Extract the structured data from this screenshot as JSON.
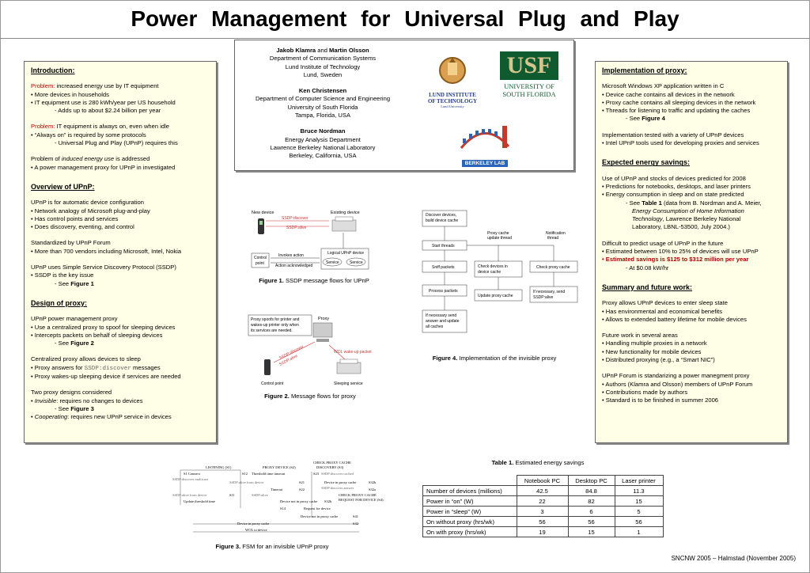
{
  "title": "Power Management for Universal Plug and Play",
  "authors": {
    "lines": [
      {
        "bold": "Jakob Klamra",
        "mid": " and ",
        "bold2": "Martin Olsson"
      },
      {
        "text": "Department of Communication Systems"
      },
      {
        "text": "Lund Institute of Technology"
      },
      {
        "text": "Lund, Sweden"
      },
      {
        "text": ""
      },
      {
        "bold": "Ken Christensen"
      },
      {
        "text": "Department of Computer Science and Engineering"
      },
      {
        "text": "University of South Florida"
      },
      {
        "text": "Tampa, Florida, USA"
      },
      {
        "text": ""
      },
      {
        "bold": "Bruce Nordman"
      },
      {
        "text": "Energy Analysis Department"
      },
      {
        "text": "Lawrence Berkeley National Laboratory"
      },
      {
        "text": "Berkeley, California, USA"
      }
    ],
    "logos": {
      "lund": [
        "LUND INSTITUTE",
        "OF TECHNOLOGY",
        "Lund University"
      ],
      "usf": [
        "USF",
        "UNIVERSITY OF",
        "SOUTH FLORIDA"
      ],
      "berkeley": "BERKELEY LAB"
    }
  },
  "left": {
    "intro_title": "Introduction:",
    "problem1_label": "Problem:",
    "problem1_text": " increased energy use by IT equipment",
    "intro_b1": "• More devices in households",
    "intro_b2": "• IT equipment use is 280 kWh/year per US household",
    "intro_b3": "- Adds up to about $2.24 billion per year",
    "problem2_label": "Problem:",
    "problem2_text": " IT equipment is always on, even when idle",
    "intro_b4": "• “Always on” is required by some protocols",
    "intro_b5": "- Universal Plug and Play (UPnP) requires this",
    "intro_p3a": "Problem of ",
    "intro_p3b": "induced energy use",
    "intro_p3c": " is addressed",
    "intro_b6": "• A power management proxy for UPnP in investigated",
    "overview_title": "Overview of UPnP:",
    "ov1": "UPnP is for automatic device configuration",
    "ov2": "• Network analogy of Microsoft plug-and-play",
    "ov3": "• Has control points and services",
    "ov4": "• Does discovery, eventing, and control",
    "ov5": "Standardized by UPnP Forum",
    "ov6": "• More than 700 vendors including Microsoft, Intel, Nokia",
    "ov7": "UPnP uses Simple Service Discovery Protocol (SSDP)",
    "ov8": "• SSDP is the key issue",
    "ov9a": "- See ",
    "ov9b": "Figure 1",
    "design_title": "Design of proxy:",
    "d1": "UPnP power management proxy",
    "d2": "• Use a centralized proxy to spoof for sleeping devices",
    "d3": "• Intercepts packets on behalf of sleeping devices",
    "d4a": "- See ",
    "d4b": "Figure 2",
    "d5": "Centralized proxy allows devices to sleep",
    "d6a": "• Proxy answers for ",
    "d6b": "SSDP:discover",
    "d6c": " messages",
    "d7": "• Proxy wakes-up sleeping device if services are needed",
    "d8": "Two proxy designs considered",
    "d9a": "• ",
    "d9b": "Invisible",
    "d9c": ": requires no changes to devices",
    "d10a": "- See ",
    "d10b": "Figure 3",
    "d11a": "• ",
    "d11b": "Cooperating",
    "d11c": ": requires new UPnP service in devices"
  },
  "right": {
    "impl_title": "Implementation of proxy:",
    "i1": "Microsoft Windows XP application written in C",
    "i2": "• Device cache contains all devices in the network",
    "i3": "• Proxy cache contains all sleeping devices in the network",
    "i4": "• Threads for listening to traffic and updating the caches",
    "i5a": "- See ",
    "i5b": "Figure 4",
    "i6": "Implementation tested with a variety of UPnP devices",
    "i7": "• Intel UPnP tools used for developing proxies and services",
    "exp_title": "Expected energy savings:",
    "e1": "Use of UPnP and stocks of devices predicted for 2008",
    "e2": "• Predictions for notebooks, desktops, and laser printers",
    "e3": "• Energy consumption in sleep and on state predicted",
    "e4a": "- See ",
    "e4b": "Table 1",
    "e4c": " (data from B. Nordman and A. Meier,",
    "e5": "Energy Consumption of Home Information",
    "e6a": "Technology",
    "e6b": ", Lawrence Berkeley National",
    "e7": "Laboratory, LBNL-53500, July 2004.)",
    "e8": "Difficult to predict usage of UPnP in the future",
    "e9": "• Estimated between 10% to 25% of devices will use UPnP",
    "e10": "• Estimated savings is $125 to $312 million per year",
    "e11": "- At $0.08 kW/hr",
    "sum_title": "Summary and future work:",
    "s1": "Proxy allows UPnP devices to enter sleep state",
    "s2": "• Has environmental and economical benefits",
    "s3": "• Allows to extended battery lifetime for mobile devices",
    "s4": "Future work in several areas",
    "s5": "• Handling multiple proxies in a network",
    "s6": "• New functionality for mobile devices",
    "s7": "• Distributed proxying (e.g., a “Smart NIC”)",
    "s8": "UPnP Forum is standarizing a power manegment proxy",
    "s9": "• Authors (Klamra and Olsson) members of UPnP Forum",
    "s10": "• Contributions made by authors",
    "s11": "• Standard is to be finished in summer 2006"
  },
  "fig1": {
    "new_device": "New device",
    "existing_device": "Existing device",
    "ssdp_discover": "SSDP:discover",
    "ssdp_alive": "SSDP:alive",
    "invokes_action": "Invokes action",
    "action_ack": "Action acknowledged",
    "control_point": [
      "Control",
      "point"
    ],
    "logical": "Logical UPnP device",
    "service": "Service",
    "caption_label": "Figure 1.",
    "caption_text": " SSDP message flows for UPnP"
  },
  "fig2": {
    "proxy_note": [
      "Proxy spoofs for printer and",
      "wakes-up printer only when",
      "its services are needed."
    ],
    "proxy": "Proxy",
    "ssdp_discover": "SSDP:discover",
    "ssdp_alive": "SSDP:alive",
    "wol": "WOL wake-up packet",
    "control_point": "Control point",
    "sleeping": "Sleeping service",
    "caption_label": "Figure 2.",
    "caption_text": " Message flows for proxy"
  },
  "fig3": {
    "listening": "LISTENING (S1)",
    "proxy_device": "PROXY DEVICE (S2)",
    "check_cache": [
      "CHECK PROXY CACHE",
      "DISCOVERY (S3)"
    ],
    "s1_connect": "S1 Connect",
    "s12": "S12",
    "threshold": "Threshold time timeout",
    "s23": "S23",
    "discover_cached": "SSDP:discover cached",
    "s21": "S21",
    "s32b": "S32b",
    "s32a": "S32a",
    "ssdp_discover_multicast": "SSDP:discover multicast",
    "ssdp_alive_from": "SSDP:alive from device",
    "device_in_cache": "Device in proxy cache",
    "timeout": "Timeout",
    "s22": "S22",
    "ssdp_alive": "SSDP:alive",
    "ssdp_discover_answer": "SSDP:discover answer",
    "alive_from_device": "SSDP:alive from device",
    "s11": "S11",
    "update_threshold": "Update threshold time",
    "device_not_in_cache": "Device not in proxy cache",
    "s32b2": "S32b",
    "s14": "S14",
    "request_for_device": "Request for device",
    "request_box": [
      "CHECK PROXY CACHE",
      "REQUEST FOR DEVICE (S4)"
    ],
    "device_not_in_cache2": "Device not in proxy cache",
    "s41": "S41",
    "device_in_cache2": "Device in proxy cache",
    "wol_to_device": "WOL to device",
    "s42": "S42",
    "caption_label": "Figure 3.",
    "caption_text": " FSM for an invisible UPnP proxy"
  },
  "fig4": {
    "discover_devices": [
      "Discover devices,",
      "build device cache"
    ],
    "proxy_cache_thread": [
      "Proxy cache",
      "update thread"
    ],
    "notification_thread": [
      "Notification",
      "thread"
    ],
    "start_threads": "Start threads",
    "sniff_packets": "Sniff packets",
    "check_devices": [
      "Check devices in",
      "device cache"
    ],
    "check_proxy": "Check proxy cache",
    "process_packets": "Process packets",
    "update_proxy": "Update proxy cache",
    "if_necessary": [
      "If necessary, send",
      "SSDP:alive"
    ],
    "if_necessary2": [
      "If necessary send",
      "answer and update",
      "all caches"
    ],
    "caption_label": "Figure 4.",
    "caption_text": " Implementation of the invisible proxy"
  },
  "table1": {
    "caption_label": "Table 1.",
    "caption_text": " Estimated energy savings",
    "headers": [
      "",
      "Notebook PC",
      "Desktop PC",
      "Laser printer"
    ],
    "rows": [
      [
        "Number of devices (millions)",
        "42.5",
        "84.8",
        "11.3"
      ],
      [
        "Power in “on” (W)",
        "22",
        "82",
        "15"
      ],
      [
        "Power in “sleep” (W)",
        "3",
        "6",
        "5"
      ],
      [
        "On without proxy (hrs/wk)",
        "56",
        "56",
        "56"
      ],
      [
        "On with proxy (hrs/wk)",
        "19",
        "15",
        "1"
      ]
    ]
  },
  "footer": "SNCNW 2005 – Halmstad (November 2005)"
}
